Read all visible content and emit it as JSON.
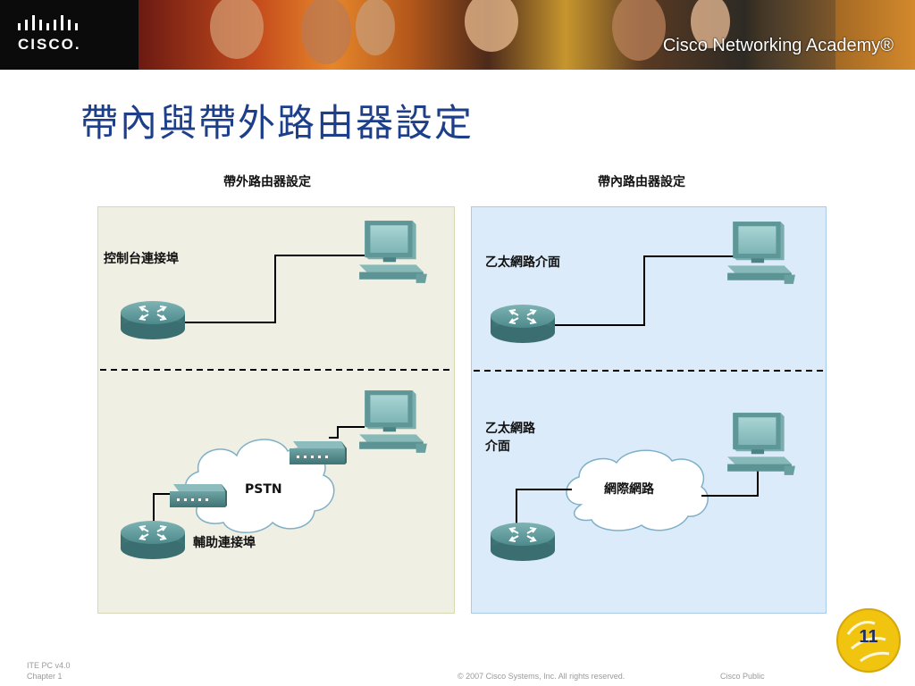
{
  "header": {
    "logo_text": "CISCO.",
    "academy_text": "Cisco Networking Academy®"
  },
  "title": "帶內與帶外路由器設定",
  "left_panel": {
    "caption": "帶外路由器設定",
    "top_label": "控制台連接埠",
    "cloud_label": "PSTN",
    "bottom_label": "輔助連接埠"
  },
  "right_panel": {
    "caption": "帶內路由器設定",
    "top_label": "乙太網路介面",
    "bottom_label_line1": "乙太網路",
    "bottom_label_line2": "介面",
    "cloud_label": "網際網路"
  },
  "footer": {
    "course": "ITE PC v4.0",
    "chapter": "Chapter 1",
    "copyright": "© 2007 Cisco Systems, Inc. All rights reserved.",
    "classification": "Cisco Public"
  },
  "page_number": "11",
  "colors": {
    "title": "#1d3f8a",
    "left_panel_bg": "#efefe3",
    "right_panel_bg": "#dcebf9",
    "device_teal": "#4e8a8c"
  }
}
